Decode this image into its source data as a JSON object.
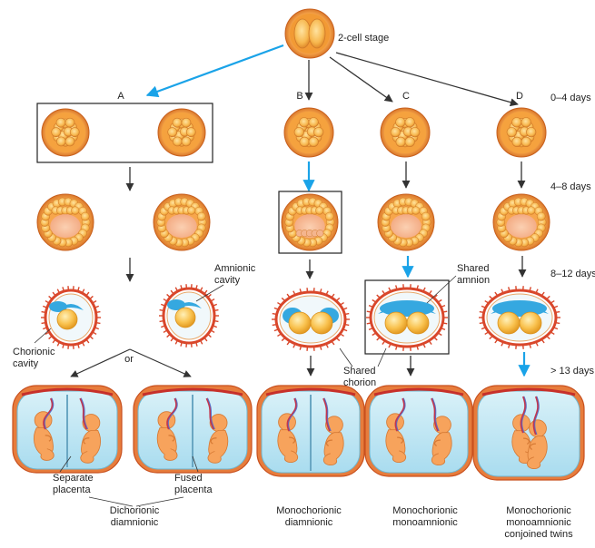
{
  "top_label": "2-cell stage",
  "columns": [
    "A",
    "B",
    "C",
    "D"
  ],
  "time_labels": [
    "0–4 days",
    "4–8 days",
    "8–12 days",
    "> 13 days"
  ],
  "annotations": {
    "amnionic_cavity": "Amnionic cavity",
    "chorionic_cavity": "Chorionic cavity",
    "shared_amnion": "Shared amnion",
    "shared_chorion": "Shared chorion",
    "or": "or"
  },
  "placenta_labels": {
    "separate": "Separate placenta",
    "fused": "Fused placenta"
  },
  "outcomes": [
    "Dichorionic diamnionic",
    "Monochorionic diamnionic",
    "Monochorionic monoamnionic",
    "Monochorionic monoamnionic conjoined twins"
  ],
  "colors": {
    "embryo_orange": "#f39a3a",
    "cell_yellow": "#fbcf6a",
    "membrane_red": "#d9472b",
    "amnion_blue": "#35a8e0",
    "arrow_blue": "#1aa3e8",
    "arrow_dark": "#333333",
    "fluid_blue": "#bfe6f2",
    "fetus_skin": "#f7a35c"
  }
}
